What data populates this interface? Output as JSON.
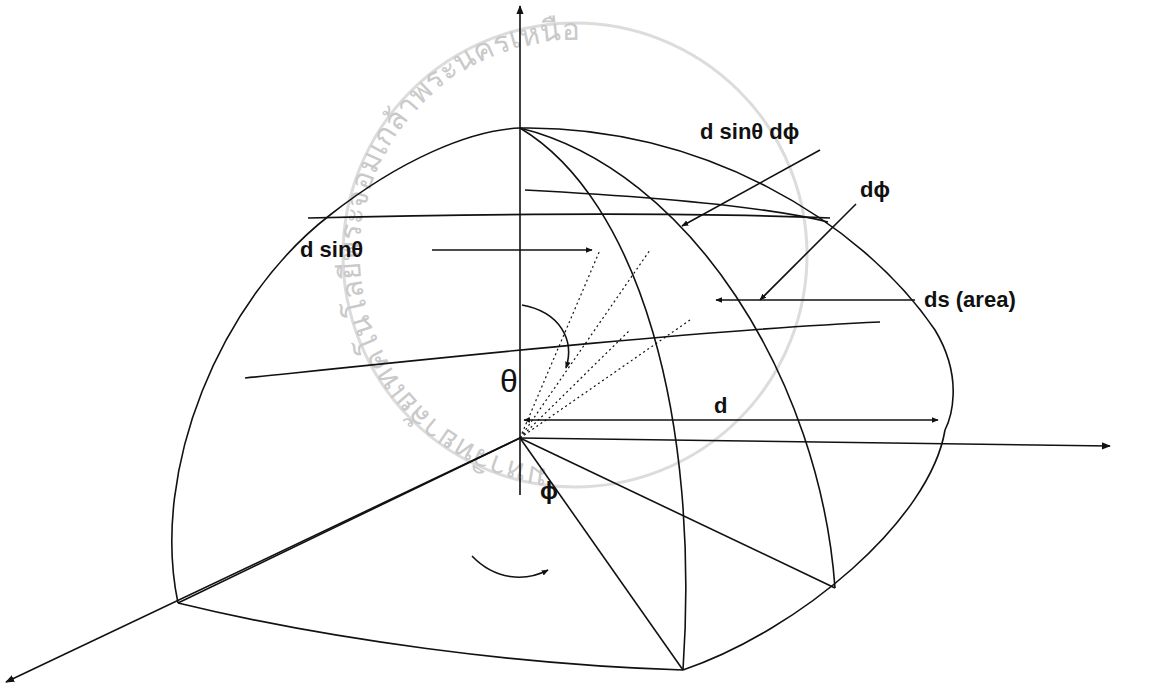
{
  "diagram": {
    "labels": [
      "d sinθ dϕ",
      "dϕ",
      "d sinθ",
      "ds (area)",
      "θ",
      "d",
      "ϕ",
      "มหาวิทยาลัยเทคโนโลยีพระจอมเกล้าพระนครเหนือ"
    ]
  }
}
